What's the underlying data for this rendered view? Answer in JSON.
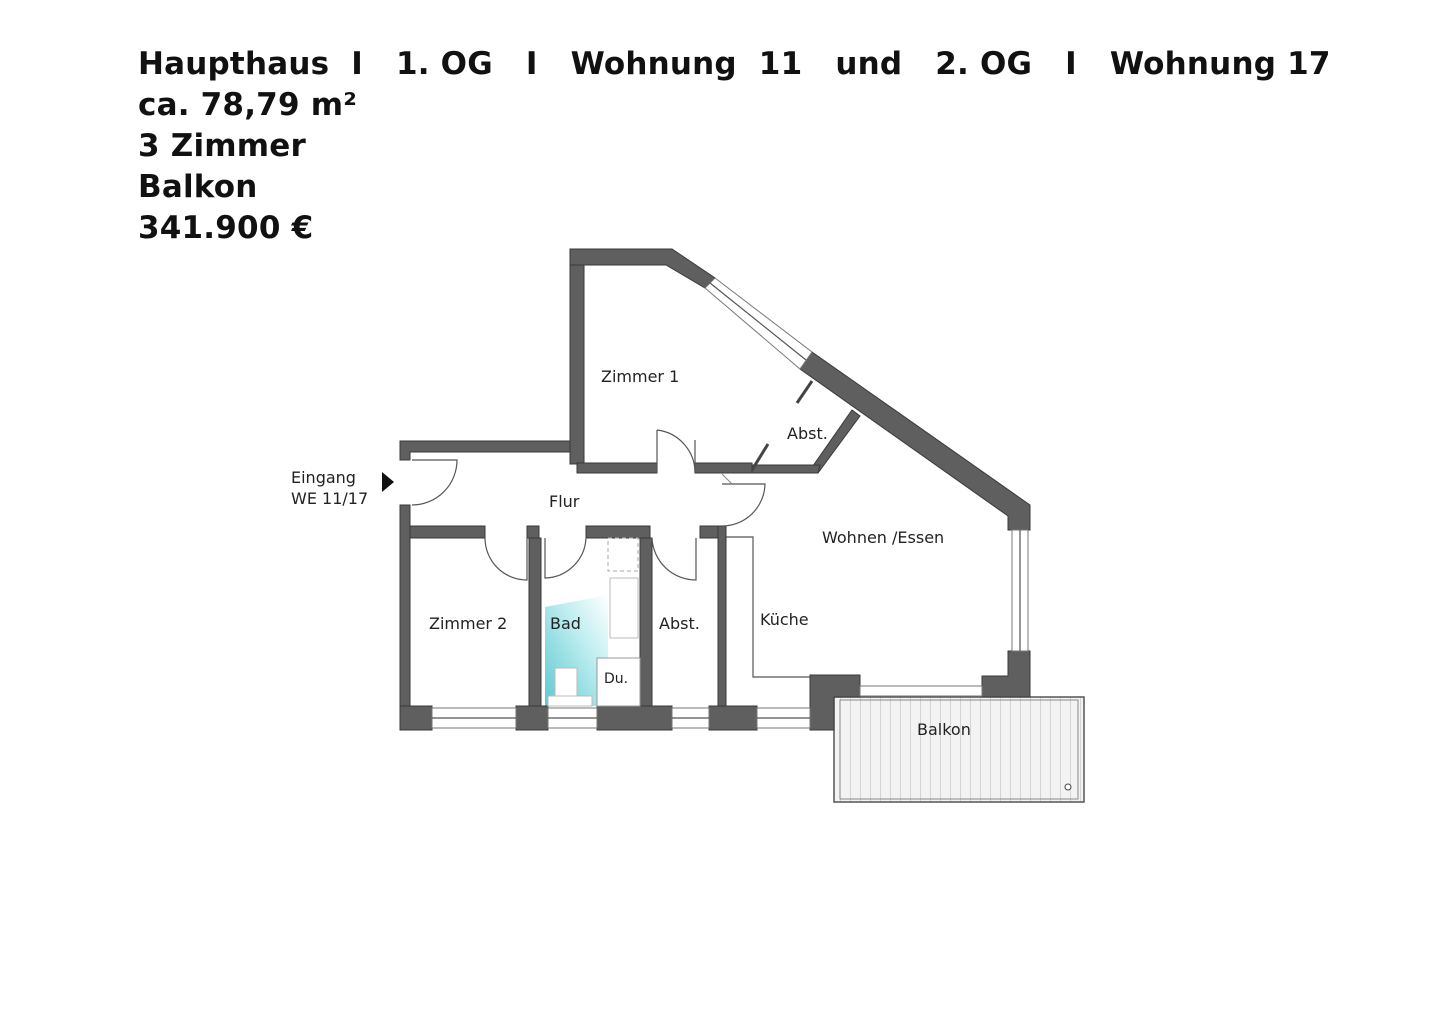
{
  "header": {
    "title_line": "Haupthaus  I   1. OG   I   Wohnung  11   und   2. OG   I   Wohnung 17",
    "area": "ca. 78,79 m²",
    "rooms": "3 Zimmer",
    "feature": "Balkon",
    "price": "341.900 €"
  },
  "plan": {
    "entrance_line1": "Eingang",
    "entrance_line2": "WE 11/17",
    "room_labels": {
      "zimmer1": "Zimmer 1",
      "abst_upper": "Abst.",
      "flur": "Flur",
      "wohnen": "Wohnen /Essen",
      "zimmer2": "Zimmer 2",
      "bad": "Bad",
      "du": "Du.",
      "abst_lower": "Abst.",
      "kueche": "Küche",
      "balkon": "Balkon"
    },
    "colors": {
      "wall": "#5f5f5f",
      "bathroom_tile": "#7fd6dc",
      "balcony_fill": "#f2f2f2"
    }
  }
}
